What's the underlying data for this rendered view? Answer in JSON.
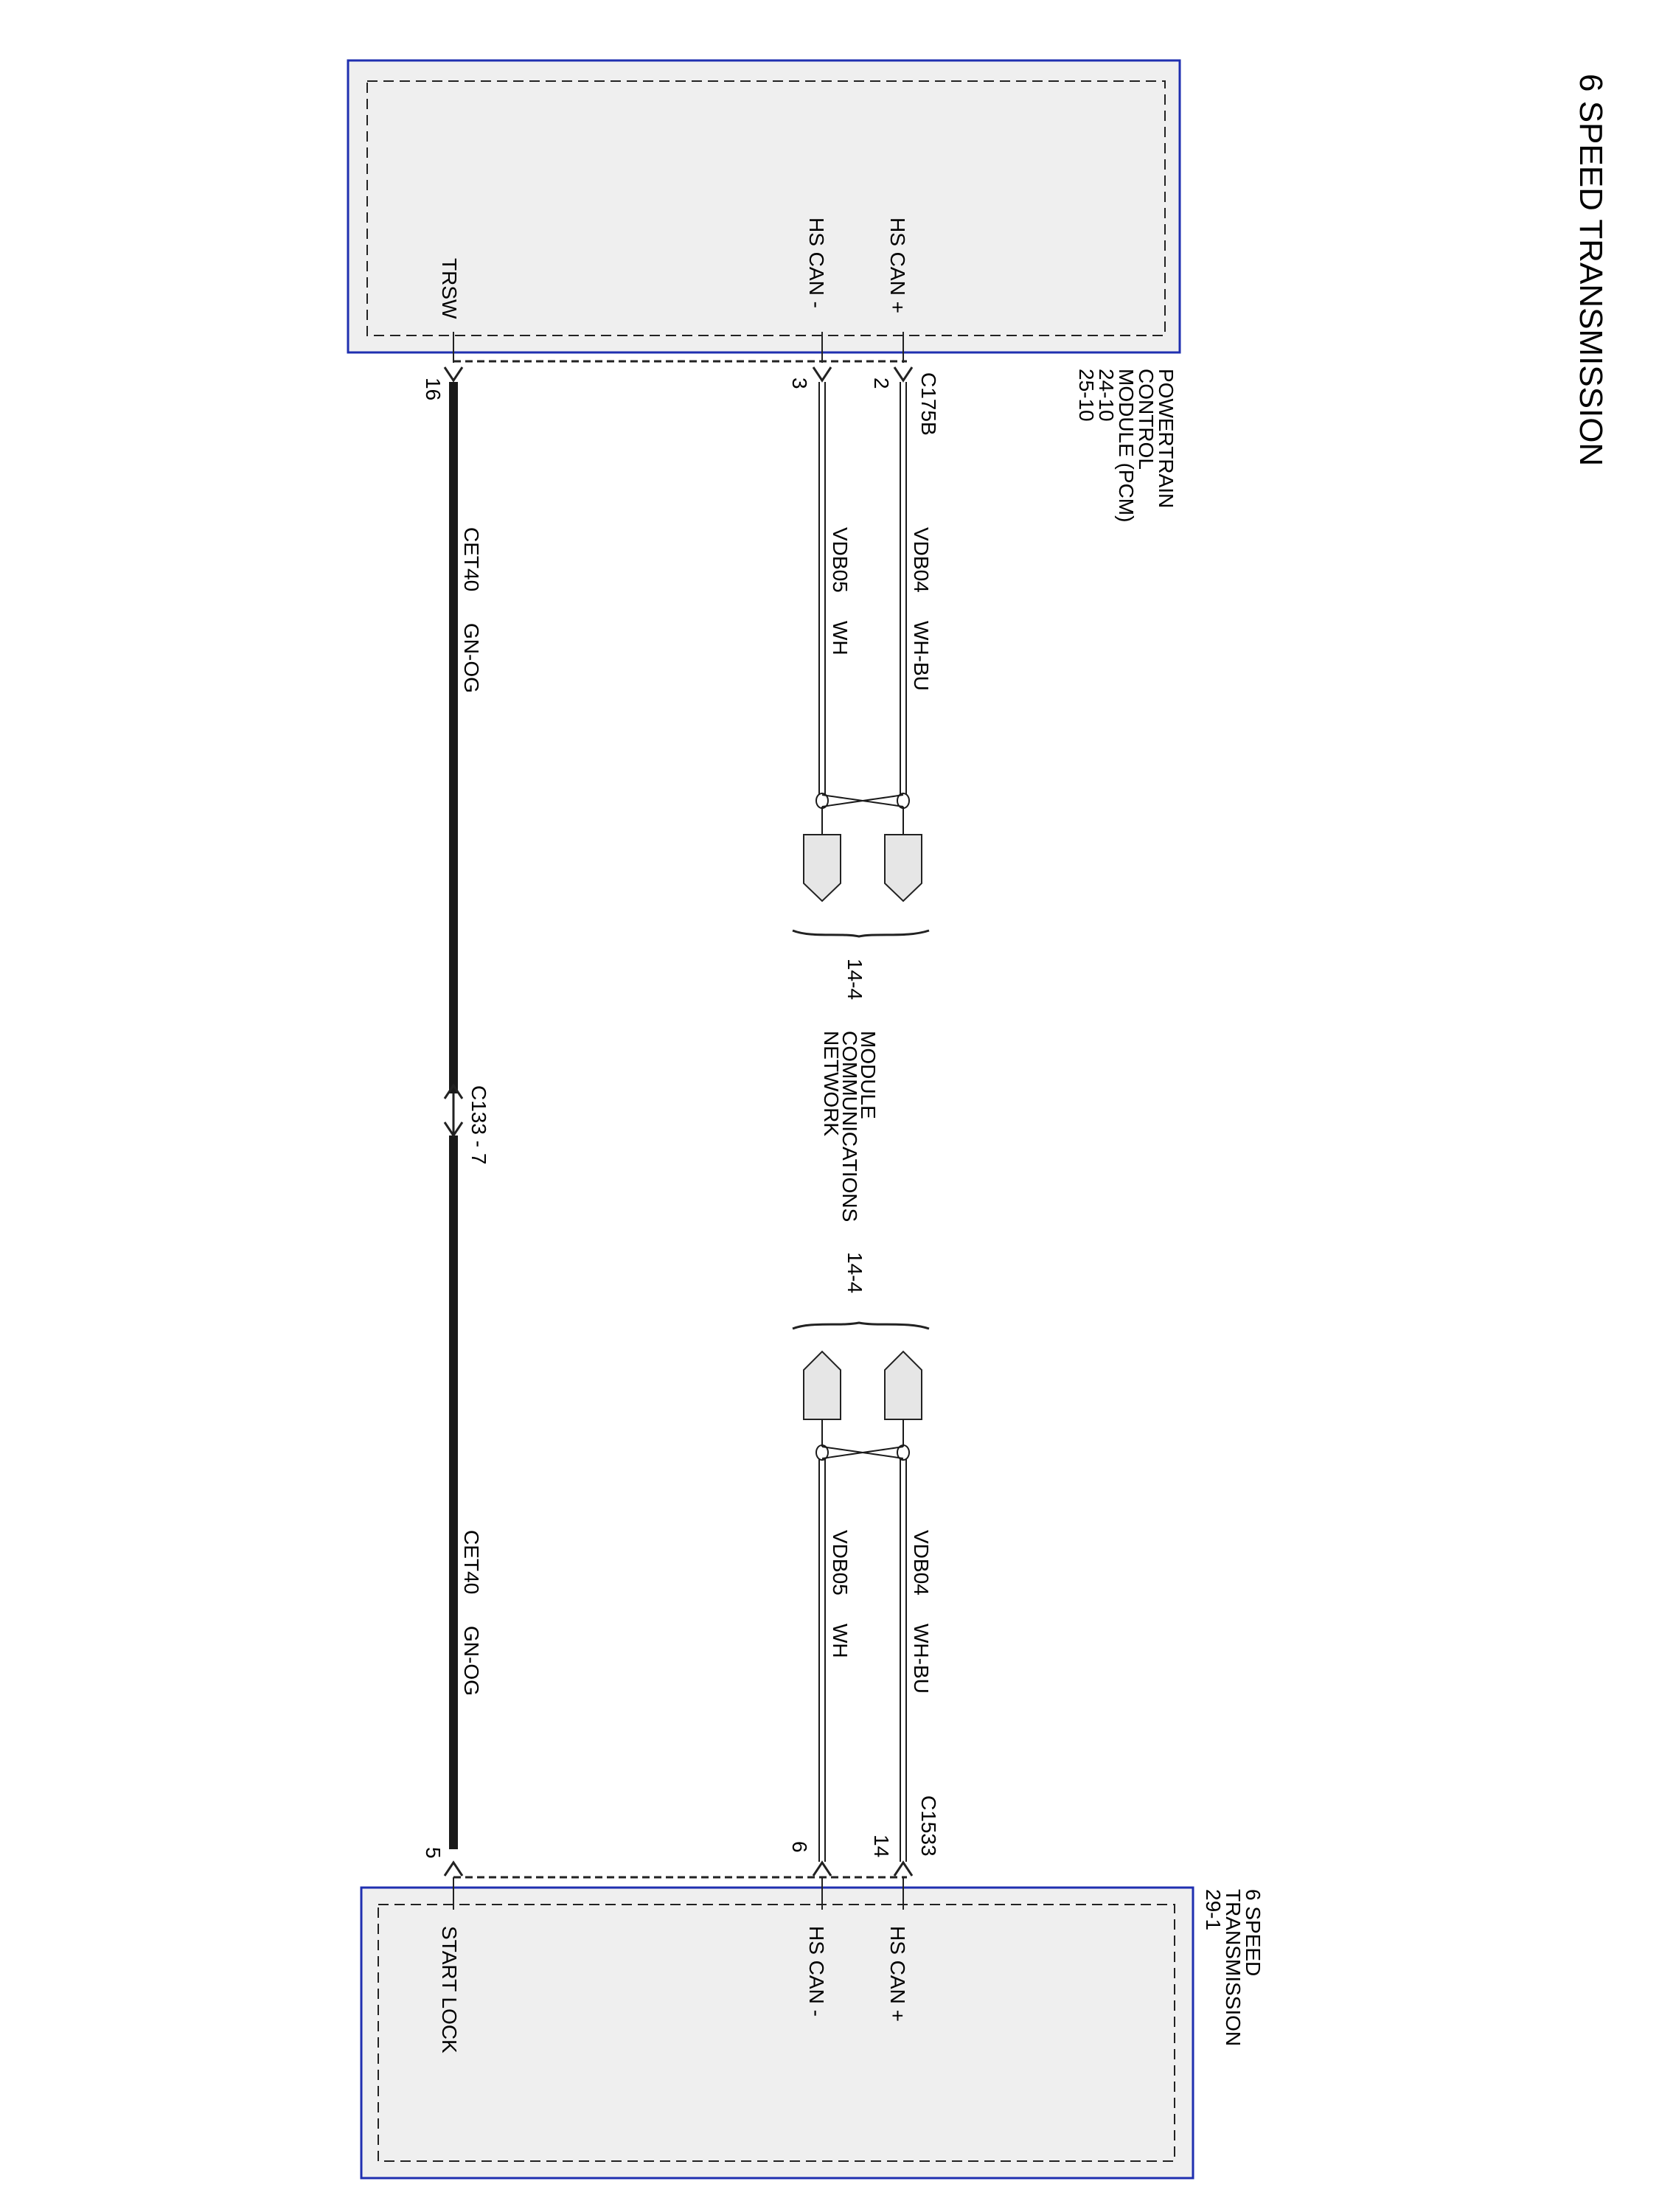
{
  "title": "6 SPEED TRANSMISSION",
  "pcm": {
    "name_lines": [
      "POWERTRAIN",
      "CONTROL",
      "MODULE (PCM)",
      "24-10",
      "25-10"
    ],
    "pins": {
      "trsw": "TRSW",
      "hs_can_minus": "HS CAN -",
      "hs_can_plus": "HS CAN +"
    },
    "connector": "C175B",
    "pin_numbers": {
      "trsw": "16",
      "hs_can_minus": "3",
      "hs_can_plus": "2"
    }
  },
  "transmission": {
    "name_lines": [
      "6 SPEED",
      "TRANSMISSION",
      "29-1"
    ],
    "pins": {
      "start_lock": "START LOCK",
      "hs_can_minus": "HS CAN -",
      "hs_can_plus": "HS CAN +"
    },
    "connector": "C1533",
    "pin_numbers": {
      "start_lock": "5",
      "hs_can_minus": "6",
      "hs_can_plus": "14"
    }
  },
  "wires": {
    "upper": {
      "trsw": {
        "circuit": "CET40",
        "color": "GN-OG"
      },
      "can_minus": {
        "circuit": "VDB05",
        "color": "WH"
      },
      "can_plus": {
        "circuit": "VDB04",
        "color": "WH-BU"
      }
    },
    "lower": {
      "start_lock": {
        "circuit": "CET40",
        "color": "GN-OG"
      },
      "can_minus": {
        "circuit": "VDB05",
        "color": "WH"
      },
      "can_plus": {
        "circuit": "VDB04",
        "color": "WH-BU"
      }
    }
  },
  "inline_connector": "C133 - 7",
  "network": {
    "name_lines": [
      "MODULE",
      "COMMUNICATIONS",
      "NETWORK"
    ],
    "ref_upper": "14-4",
    "ref_lower": "14-4"
  },
  "colors": {
    "module_border": "#1f2fb0",
    "module_fill": "#efefef",
    "wire": "#1a1a1a"
  }
}
